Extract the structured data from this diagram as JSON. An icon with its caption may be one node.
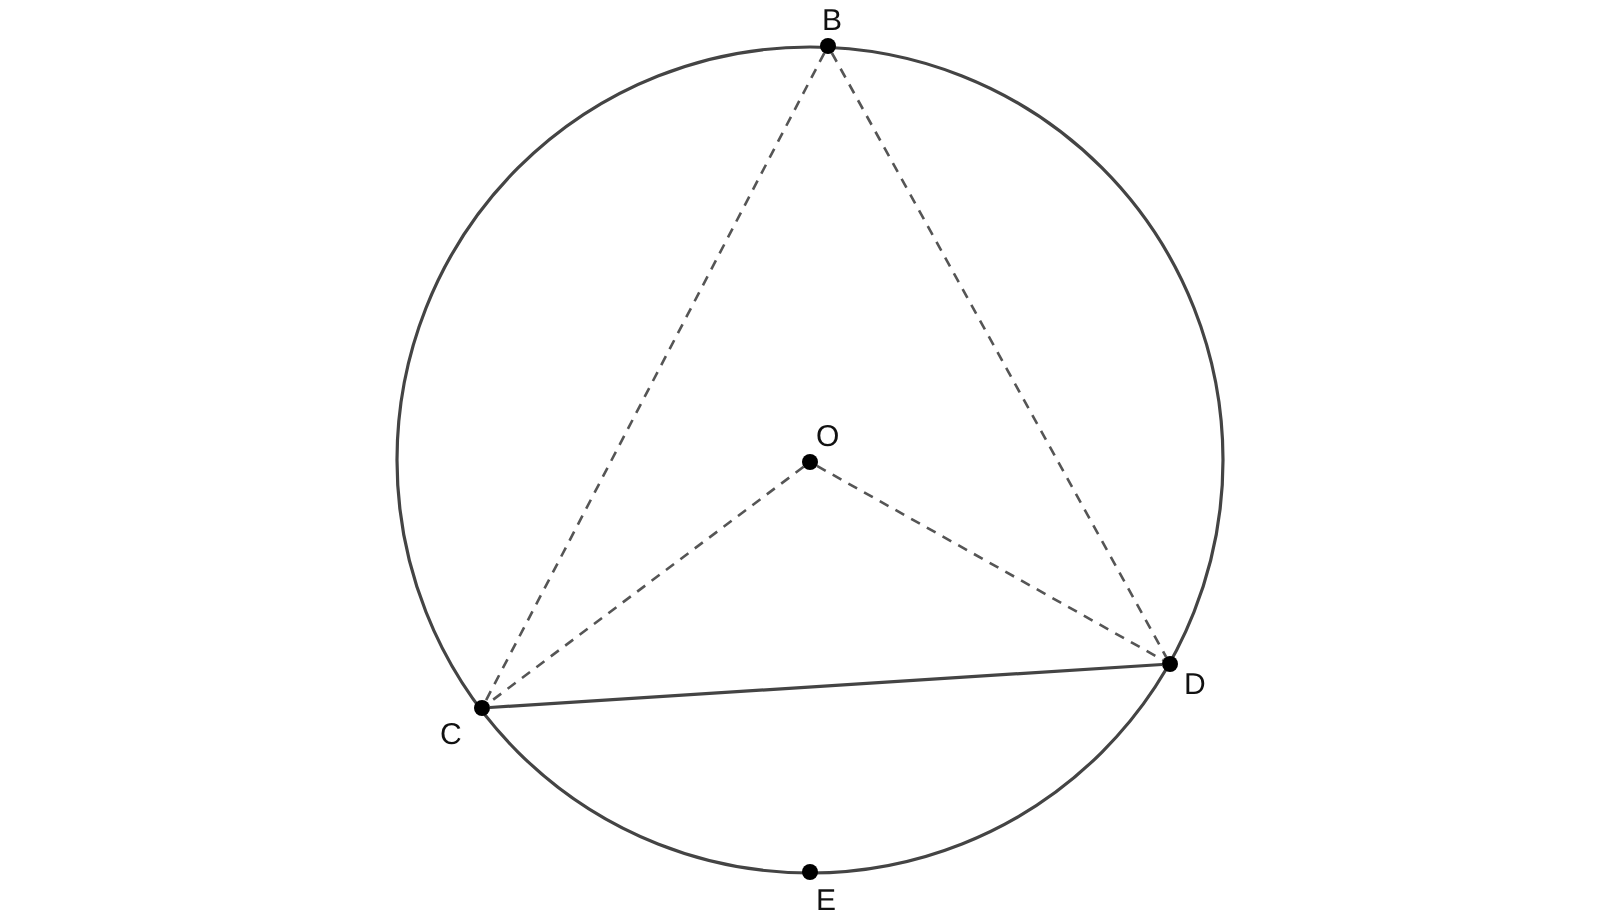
{
  "diagram": {
    "nodes": [
      {
        "text": [
          "B"
        ]
      },
      {
        "text": [
          "O"
        ]
      },
      {
        "text": [
          "C"
        ]
      },
      {
        "text": [
          "D"
        ]
      },
      {
        "text": [
          "E"
        ]
      }
    ],
    "edges": [
      {
        "from": 0,
        "to": 2,
        "arrow": "none",
        "style": "dashed"
      },
      {
        "from": 0,
        "to": 3,
        "arrow": "none",
        "style": "dashed"
      },
      {
        "from": 1,
        "to": 2,
        "arrow": "none",
        "style": "dashed"
      },
      {
        "from": 1,
        "to": 3,
        "arrow": "none",
        "style": "dashed"
      },
      {
        "from": 2,
        "to": 3,
        "arrow": "none"
      }
    ]
  }
}
